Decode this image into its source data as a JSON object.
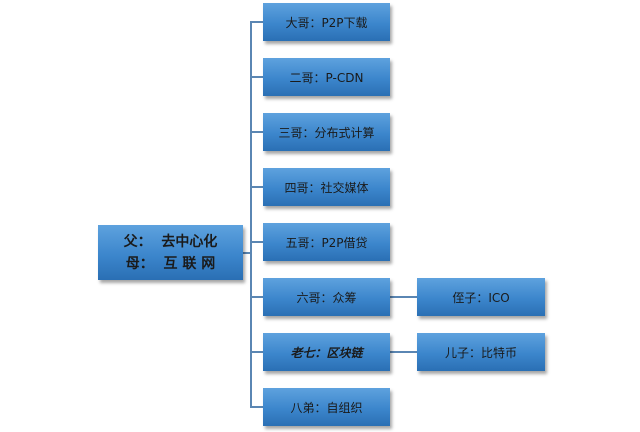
{
  "root": {
    "line1": "父：  去中心化",
    "line2": "母：  互 联 网"
  },
  "children": [
    {
      "label": "大哥：P2P下载"
    },
    {
      "label": "二哥：P-CDN"
    },
    {
      "label": "三哥：分布式计算"
    },
    {
      "label": "四哥：社交媒体"
    },
    {
      "label": "五哥：P2P借贷"
    },
    {
      "label": "六哥：众筹"
    },
    {
      "label": "老七：区块链"
    },
    {
      "label": "八弟：自组织"
    }
  ],
  "grandchildren": [
    {
      "label": "侄子：ICO"
    },
    {
      "label": "儿子：比特币"
    }
  ]
}
